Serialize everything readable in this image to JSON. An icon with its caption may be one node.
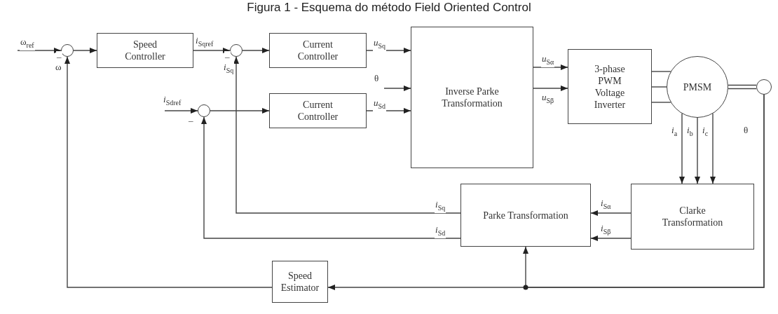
{
  "diagram": {
    "title": "Figura 1 - Esquema do método Field Oriented Control",
    "nodes": [
      {
        "text": [],
        "shape": "circle"
      },
      {
        "text": [
          "Speed Controller"
        ]
      },
      {
        "text": [],
        "shape": "circle"
      },
      {
        "text": [
          "Current Controller"
        ]
      },
      {
        "text": [
          "Inverse Parke Transformation"
        ]
      },
      {
        "text": [
          "3-phase PWM Voltage Inverter"
        ]
      },
      {
        "text": [
          "PMSM"
        ]
      },
      {
        "text": [],
        "shape": "circle"
      },
      {
        "text": [],
        "shape": "circle"
      },
      {
        "text": [
          "Current Controller"
        ]
      },
      {
        "text": [
          "Parke Transformation"
        ]
      },
      {
        "text": [
          "Clarke Transformation"
        ]
      },
      {
        "text": [
          "Speed Estimator"
        ]
      }
    ],
    "edges": [
      {
        "from": null,
        "to": 0,
        "arrow": "to",
        "label": "ω$_{ref}$"
      },
      {
        "from": 0,
        "to": 1,
        "arrow": "to"
      },
      {
        "from": 1,
        "to": 2,
        "arrow": "to",
        "label": "*i*$_{Sqref}$"
      },
      {
        "from": 2,
        "to": 3,
        "arrow": "to"
      },
      {
        "from": 3,
        "to": 4,
        "arrow": "to",
        "label": "*u*$_{Sq}$"
      },
      {
        "from": null,
        "to": 4,
        "arrow": "to",
        "label": "θ"
      },
      {
        "from": null,
        "to": 8,
        "arrow": "to",
        "label": "*i*$_{Sdref}$"
      },
      {
        "from": 8,
        "to": 9,
        "arrow": "to"
      },
      {
        "from": 9,
        "to": 4,
        "arrow": "to",
        "label": "*u*$_{Sd}$"
      },
      {
        "from": 4,
        "to": 5,
        "arrow": "to",
        "label": "*u*$_{Sα}$"
      },
      {
        "from": 4,
        "to": 5,
        "arrow": "to",
        "label": "*u*$_{Sβ}$"
      },
      {
        "from": 5,
        "to": 6,
        "arrow": "none"
      },
      {
        "from": 5,
        "to": 6,
        "arrow": "none"
      },
      {
        "from": 5,
        "to": 6,
        "arrow": "none"
      },
      {
        "from": 6,
        "to": 7,
        "arrow": "none"
      },
      {
        "from": 6,
        "to": 11,
        "arrow": "to",
        "label": "*i*$_{a}$"
      },
      {
        "from": 6,
        "to": 11,
        "arrow": "to",
        "label": "*i*$_{b}$"
      },
      {
        "from": 6,
        "to": 11,
        "arrow": "to",
        "label": "*i*$_{c}$"
      },
      {
        "from": 7,
        "to": 12,
        "arrow": "to",
        "label": "θ"
      },
      {
        "from": 7,
        "to": 10,
        "arrow": "to"
      },
      {
        "from": 11,
        "to": 10,
        "arrow": "to",
        "label": "*i*$_{Sα}$"
      },
      {
        "from": 11,
        "to": 10,
        "arrow": "to",
        "label": "*i*$_{Sβ}$"
      },
      {
        "from": 10,
        "to": 2,
        "arrow": "to",
        "label": "*i*$_{Sq}$"
      },
      {
        "from": 10,
        "to": 8,
        "arrow": "to",
        "label": "*i*$_{Sd}$"
      },
      {
        "from": 12,
        "to": 0,
        "arrow": "to",
        "label": "ω"
      }
    ],
    "labels": [
      "–",
      "–",
      "*i*$_{Sq}$",
      "–"
    ]
  }
}
